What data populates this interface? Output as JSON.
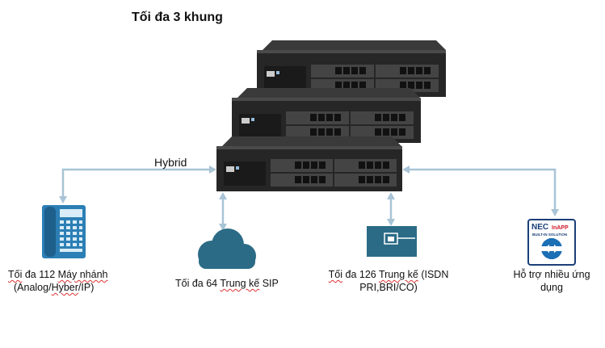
{
  "title": "Tối đa 3 khung",
  "link_label": "Hybrid",
  "extensions": {
    "line1_a": "Tối",
    "line1_b": " đa 112 ",
    "line1_c": "Máy nhánh",
    "line2_a": "(Analog/",
    "line2_b": "Hyber",
    "line2_c": "/IP)"
  },
  "sip": {
    "line1_a": "Tối đa 64 ",
    "line1_b": "Trung kế",
    "line1_c": " SIP"
  },
  "trunks": {
    "line1_a": "Tối",
    "line1_b": " đa 126 ",
    "line1_c": "Trung kế",
    "line1_d": " (ISDN",
    "line2": "PRI,BRI/CO)"
  },
  "apps": {
    "line1": "Hỗ trợ nhiều ứng",
    "line2": "dụng"
  },
  "logo": {
    "brand": "NEC",
    "product": "InAPP",
    "tagline": "BUILT-IN SOLUTION"
  },
  "colors": {
    "connector": "#a8c4d6",
    "cloud": "#2b6b86",
    "device_dark": "#2a2a2a",
    "phone_blue": "#2c7fb5",
    "logo_red": "#d11a2a"
  }
}
